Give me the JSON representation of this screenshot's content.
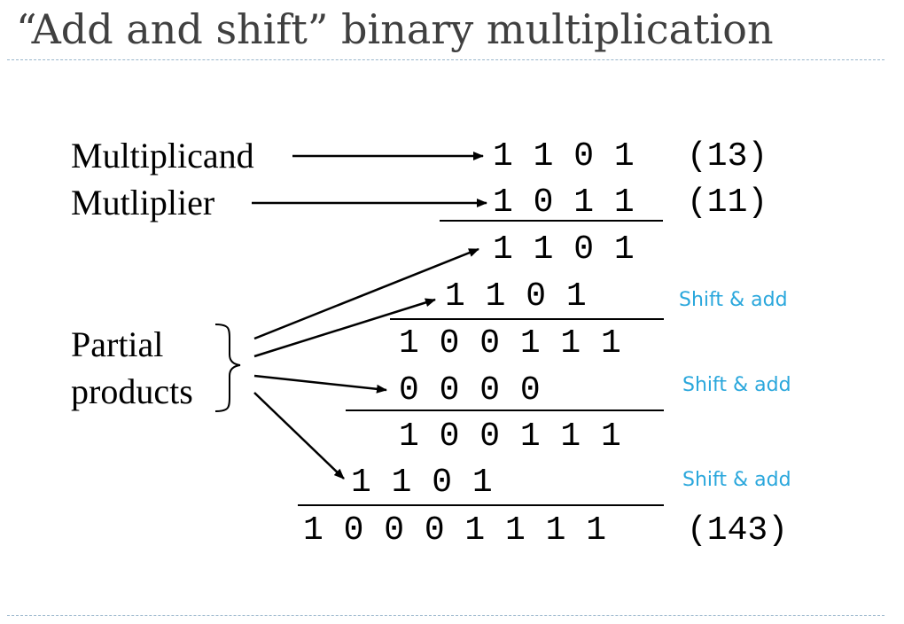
{
  "title": "“Add and shift” binary multiplication",
  "labels": {
    "multiplicand": "Multiplicand",
    "multiplier": "Mutliplier",
    "partial_line1": "Partial",
    "partial_line2": "products"
  },
  "rows": [
    {
      "digits": "1 1 0 1",
      "value": "(13)"
    },
    {
      "digits": "1 0 1 1",
      "value": "(11)"
    },
    {
      "digits": "1 1 0 1"
    },
    {
      "digits": "1 1 0 1",
      "note": "Shift & add"
    },
    {
      "digits": "1 0 0 1 1 1"
    },
    {
      "digits": "0 0 0 0",
      "note": "Shift & add"
    },
    {
      "digits": "1 0 0 1 1 1"
    },
    {
      "digits": "1 1 0 1",
      "note": "Shift & add"
    },
    {
      "digits": "1 0 0 0 1 1 1 1",
      "value": "(143)"
    }
  ],
  "colors": {
    "title": "#404040",
    "note": "#2aa7dc",
    "divider": "#9ab7cc"
  }
}
